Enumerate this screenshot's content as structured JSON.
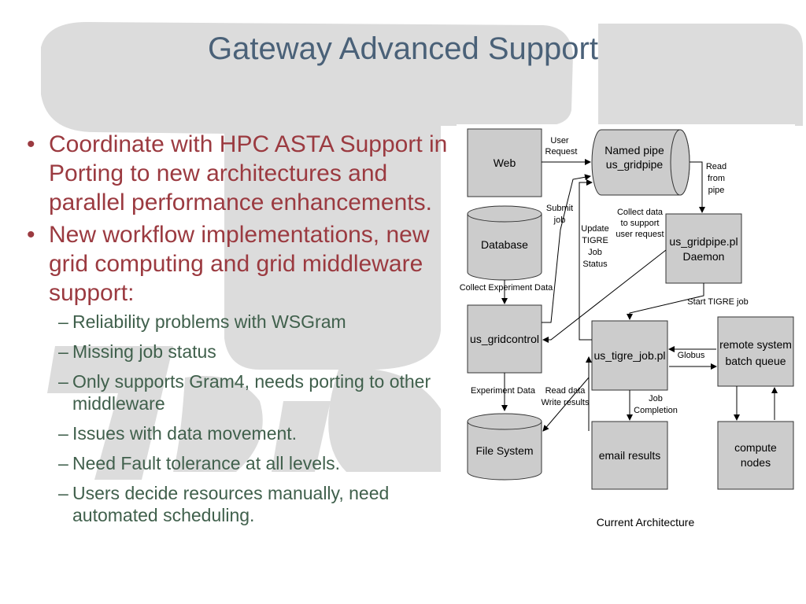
{
  "title": "Gateway Advanced Support",
  "bullets": [
    {
      "level": 1,
      "text": "Coordinate with HPC ASTA Support in Porting to new architectures and parallel performance enhancements."
    },
    {
      "level": 1,
      "text": "New workflow implementations, new grid computing and grid middleware support:"
    },
    {
      "level": 2,
      "text": "Reliability problems with WSGram"
    },
    {
      "level": 2,
      "text": "Missing job status"
    },
    {
      "level": 2,
      "text": "Only supports Gram4, needs porting to other middleware"
    },
    {
      "level": 2,
      "text": "Issues with data movement."
    },
    {
      "level": 2,
      "text": "Need Fault tolerance at all levels."
    },
    {
      "level": 2,
      "text": "Users decide resources manually, need automated scheduling."
    }
  ],
  "markers": {
    "level1": "•",
    "level2": "–"
  },
  "diagram": {
    "caption": "Current Architecture",
    "nodes": {
      "web": "Web",
      "named_pipe": [
        "Named pipe",
        "us_gridpipe"
      ],
      "database": "Database",
      "gridpipe_daemon": [
        "us_gridpipe.pl",
        "Daemon"
      ],
      "gridcontrol": "us_gridcontrol",
      "tigre_job": "us_tigre_job.pl",
      "remote_system": [
        "remote system",
        "batch queue"
      ],
      "file_system": "File System",
      "email_results": "email results",
      "compute_nodes": [
        "compute",
        "nodes"
      ]
    },
    "labels": {
      "user_request": [
        "User",
        "Request"
      ],
      "read_from_pipe": [
        "Read",
        "from",
        "pipe"
      ],
      "submit_job": [
        "Submit",
        "job"
      ],
      "collect_data": [
        "Collect data",
        "to support",
        "user request"
      ],
      "update_tigre": [
        "Update",
        "TIGRE",
        "Job",
        "Status"
      ],
      "collect_experiment": "Collect Experiment Data",
      "start_tigre": "Start TIGRE job",
      "globus": "Globus",
      "experiment_data": "Experiment Data",
      "read_write": [
        "Read data",
        "Write results"
      ],
      "job_completion": [
        "Job",
        "Completion"
      ]
    }
  },
  "colors": {
    "title": "#4a6178",
    "level1_text": "#9b3a40",
    "level2_text": "#40604c",
    "node_fill": "#cccccc",
    "watermark": "#dcdcdc"
  }
}
